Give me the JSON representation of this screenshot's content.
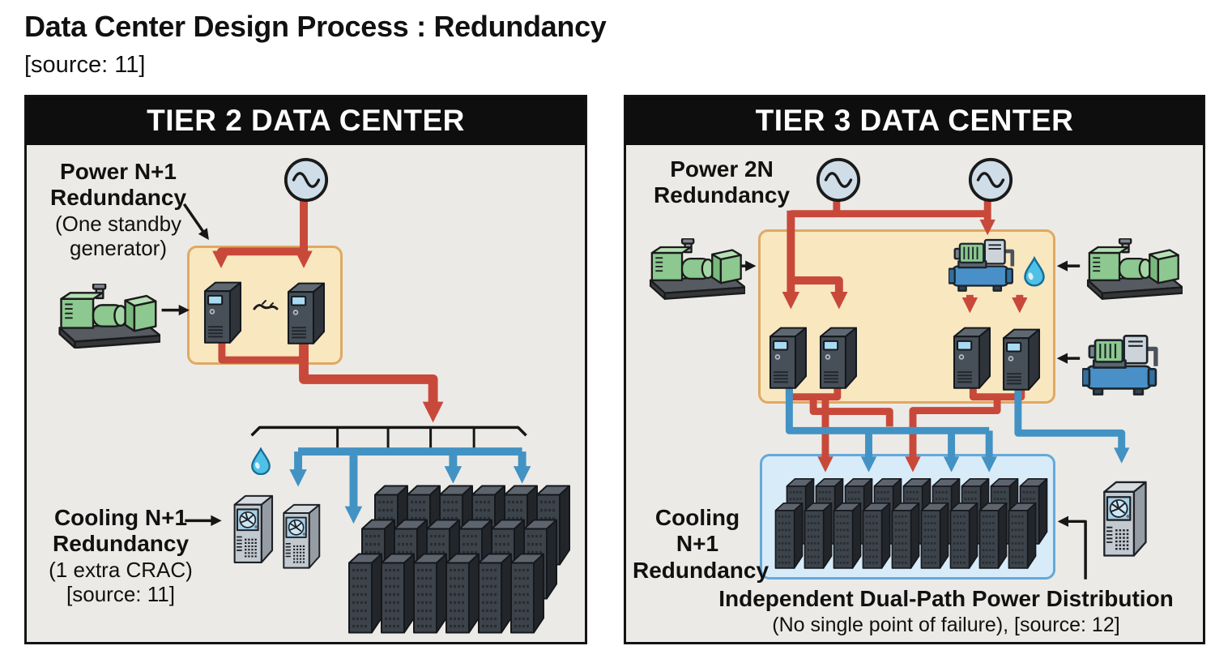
{
  "page": {
    "title": "Data Center Design Process : Redundancy",
    "source": "[source: 11]"
  },
  "tier2": {
    "header": "TIER 2 DATA CENTER",
    "power_label": [
      "Power N+1",
      "Redundancy",
      "(One standby",
      "generator)"
    ],
    "cooling_label": [
      "Cooling N+1",
      "Redundancy",
      "(1 extra CRAC)",
      "[source: 11]"
    ],
    "racks": {
      "rows": 3,
      "cols": 6
    },
    "icons": [
      "utility-power-source",
      "standby-generator",
      "ups-unit",
      "ups-unit",
      "crac-unit",
      "crac-unit",
      "water-droplet",
      "server-racks"
    ]
  },
  "tier3": {
    "header": "TIER 3 DATA CENTER",
    "power_label": [
      "Power 2N",
      "Redundancy"
    ],
    "cooling_label": [
      "Cooling N+1",
      "Redundancy"
    ],
    "caption": [
      "Independent Dual-Path Power Distribution",
      "(No single point of failure), [source: 12]"
    ],
    "racks": {
      "rows": 2,
      "cols": 9
    },
    "icons": [
      "utility-power-source",
      "utility-power-source",
      "standby-generator",
      "standby-generator",
      "chilled-water-pump",
      "chilled-water-pump",
      "ups-unit",
      "ups-unit",
      "ups-unit",
      "ups-unit",
      "water-droplet",
      "crac-unit",
      "server-racks"
    ]
  },
  "colors": {
    "power_path_red": "#c8493a",
    "cooling_path_blue": "#4292c4",
    "ups_zone_fill": "#f9e7c0",
    "ups_zone_border": "#dfa963",
    "cooling_zone_fill": "#d8ebf8",
    "cooling_zone_border": "#64a9d9",
    "panel_bg": "#eceae6",
    "header_bg": "#0e0e0e"
  }
}
